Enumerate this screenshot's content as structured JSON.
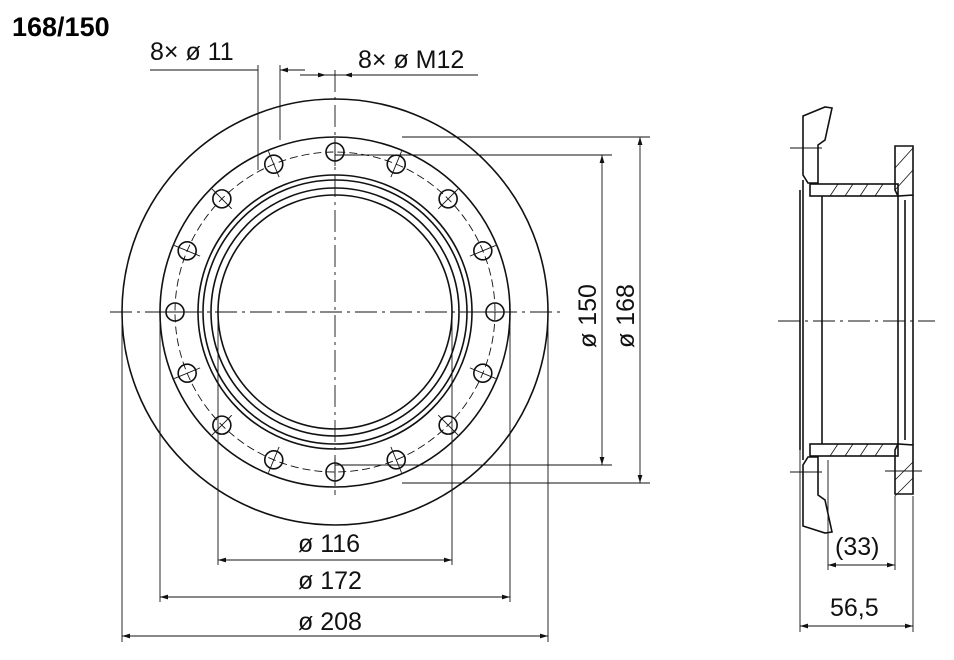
{
  "title": "168/150",
  "front_view": {
    "hole_callout_through": "8× ø 11",
    "hole_callout_threaded": "8× ø M12",
    "dim_inner": "ø 116",
    "dim_bolt": "ø 172",
    "dim_outer": "ø 208",
    "dim_vertical_150": "ø 150",
    "dim_vertical_168": "ø 168"
  },
  "side_view": {
    "dim_ref": "(33)",
    "dim_total": "56,5"
  }
}
